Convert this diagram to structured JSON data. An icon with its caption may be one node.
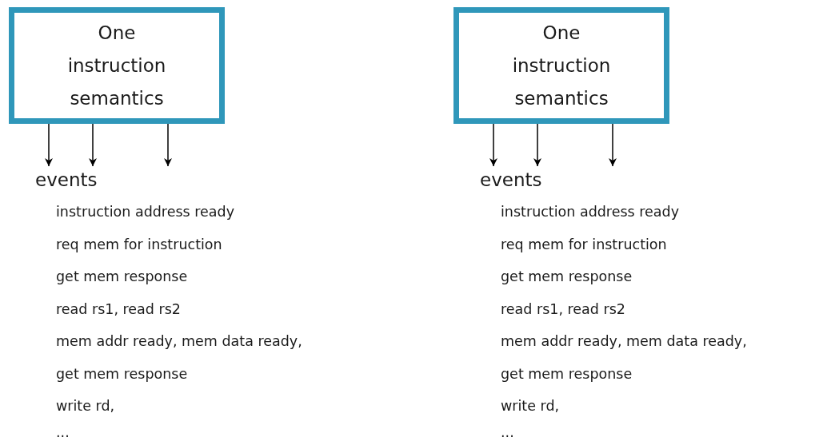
{
  "diagram": {
    "nodes": [
      {
        "text": [
          "One instruction semantics"
        ]
      },
      {
        "text": [
          "events"
        ]
      },
      {
        "text": [
          "One instruction semantics"
        ]
      },
      {
        "text": [
          "events"
        ]
      }
    ],
    "edges": [
      {
        "from": 0,
        "to": 1,
        "arrow": "to"
      },
      {
        "from": 0,
        "to": 1,
        "arrow": "to"
      },
      {
        "from": 0,
        "to": null,
        "arrow": "to"
      },
      {
        "from": 2,
        "to": 3,
        "arrow": "to"
      },
      {
        "from": 2,
        "to": 3,
        "arrow": "to"
      },
      {
        "from": 2,
        "to": null,
        "arrow": "to"
      }
    ],
    "labels": [
      "instruction address ready",
      "req mem for instruction",
      "get mem response",
      "read rs1, read rs2",
      "mem addr ready, mem data ready,",
      "get mem response",
      "write rd,",
      "...",
      "instruction address ready",
      "req mem for instruction",
      "get mem response",
      "read rs1, read rs2",
      "mem addr ready, mem data ready,",
      "get mem response",
      "write rd,",
      "..."
    ]
  }
}
